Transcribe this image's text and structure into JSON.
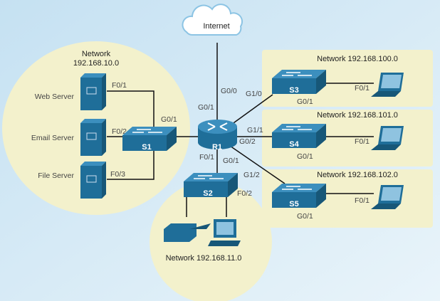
{
  "cloud": {
    "label": "Internet"
  },
  "router": {
    "name": "R1",
    "ports": {
      "g00": "G0/0",
      "g01_top": "G0/1",
      "g10": "G1/0",
      "g11": "G1/1",
      "g02": "G0/2",
      "f01": "F0/1",
      "g01_bottom": "G0/1",
      "g12": "G1/2"
    }
  },
  "lan1": {
    "title_line1": "Network",
    "title_line2": "192.168.10.0",
    "switch": "S1",
    "uplink": "G0/1",
    "servers": [
      {
        "name": "Web Server",
        "port": "F0/1"
      },
      {
        "name": "Email Server",
        "port": "F0/2"
      },
      {
        "name": "File Server",
        "port": "F0/3"
      }
    ]
  },
  "lan2": {
    "title": "Network 192.168.11.0",
    "switch": "S2",
    "port": "F0/2"
  },
  "right_networks": [
    {
      "title": "Network 192.168.100.0",
      "switch": "S3",
      "uplink": "G0/1",
      "port": "F0/1"
    },
    {
      "title": "Network 192.168.101.0",
      "switch": "S4",
      "uplink": "G0/1",
      "port": "F0/1"
    },
    {
      "title": "Network 192.168.102.0",
      "switch": "S5",
      "uplink": "G0/1",
      "port": "F0/1"
    }
  ],
  "colors": {
    "device": "#1f6e99",
    "zone": "#f3f1cc",
    "background": "#d4e9f5"
  }
}
